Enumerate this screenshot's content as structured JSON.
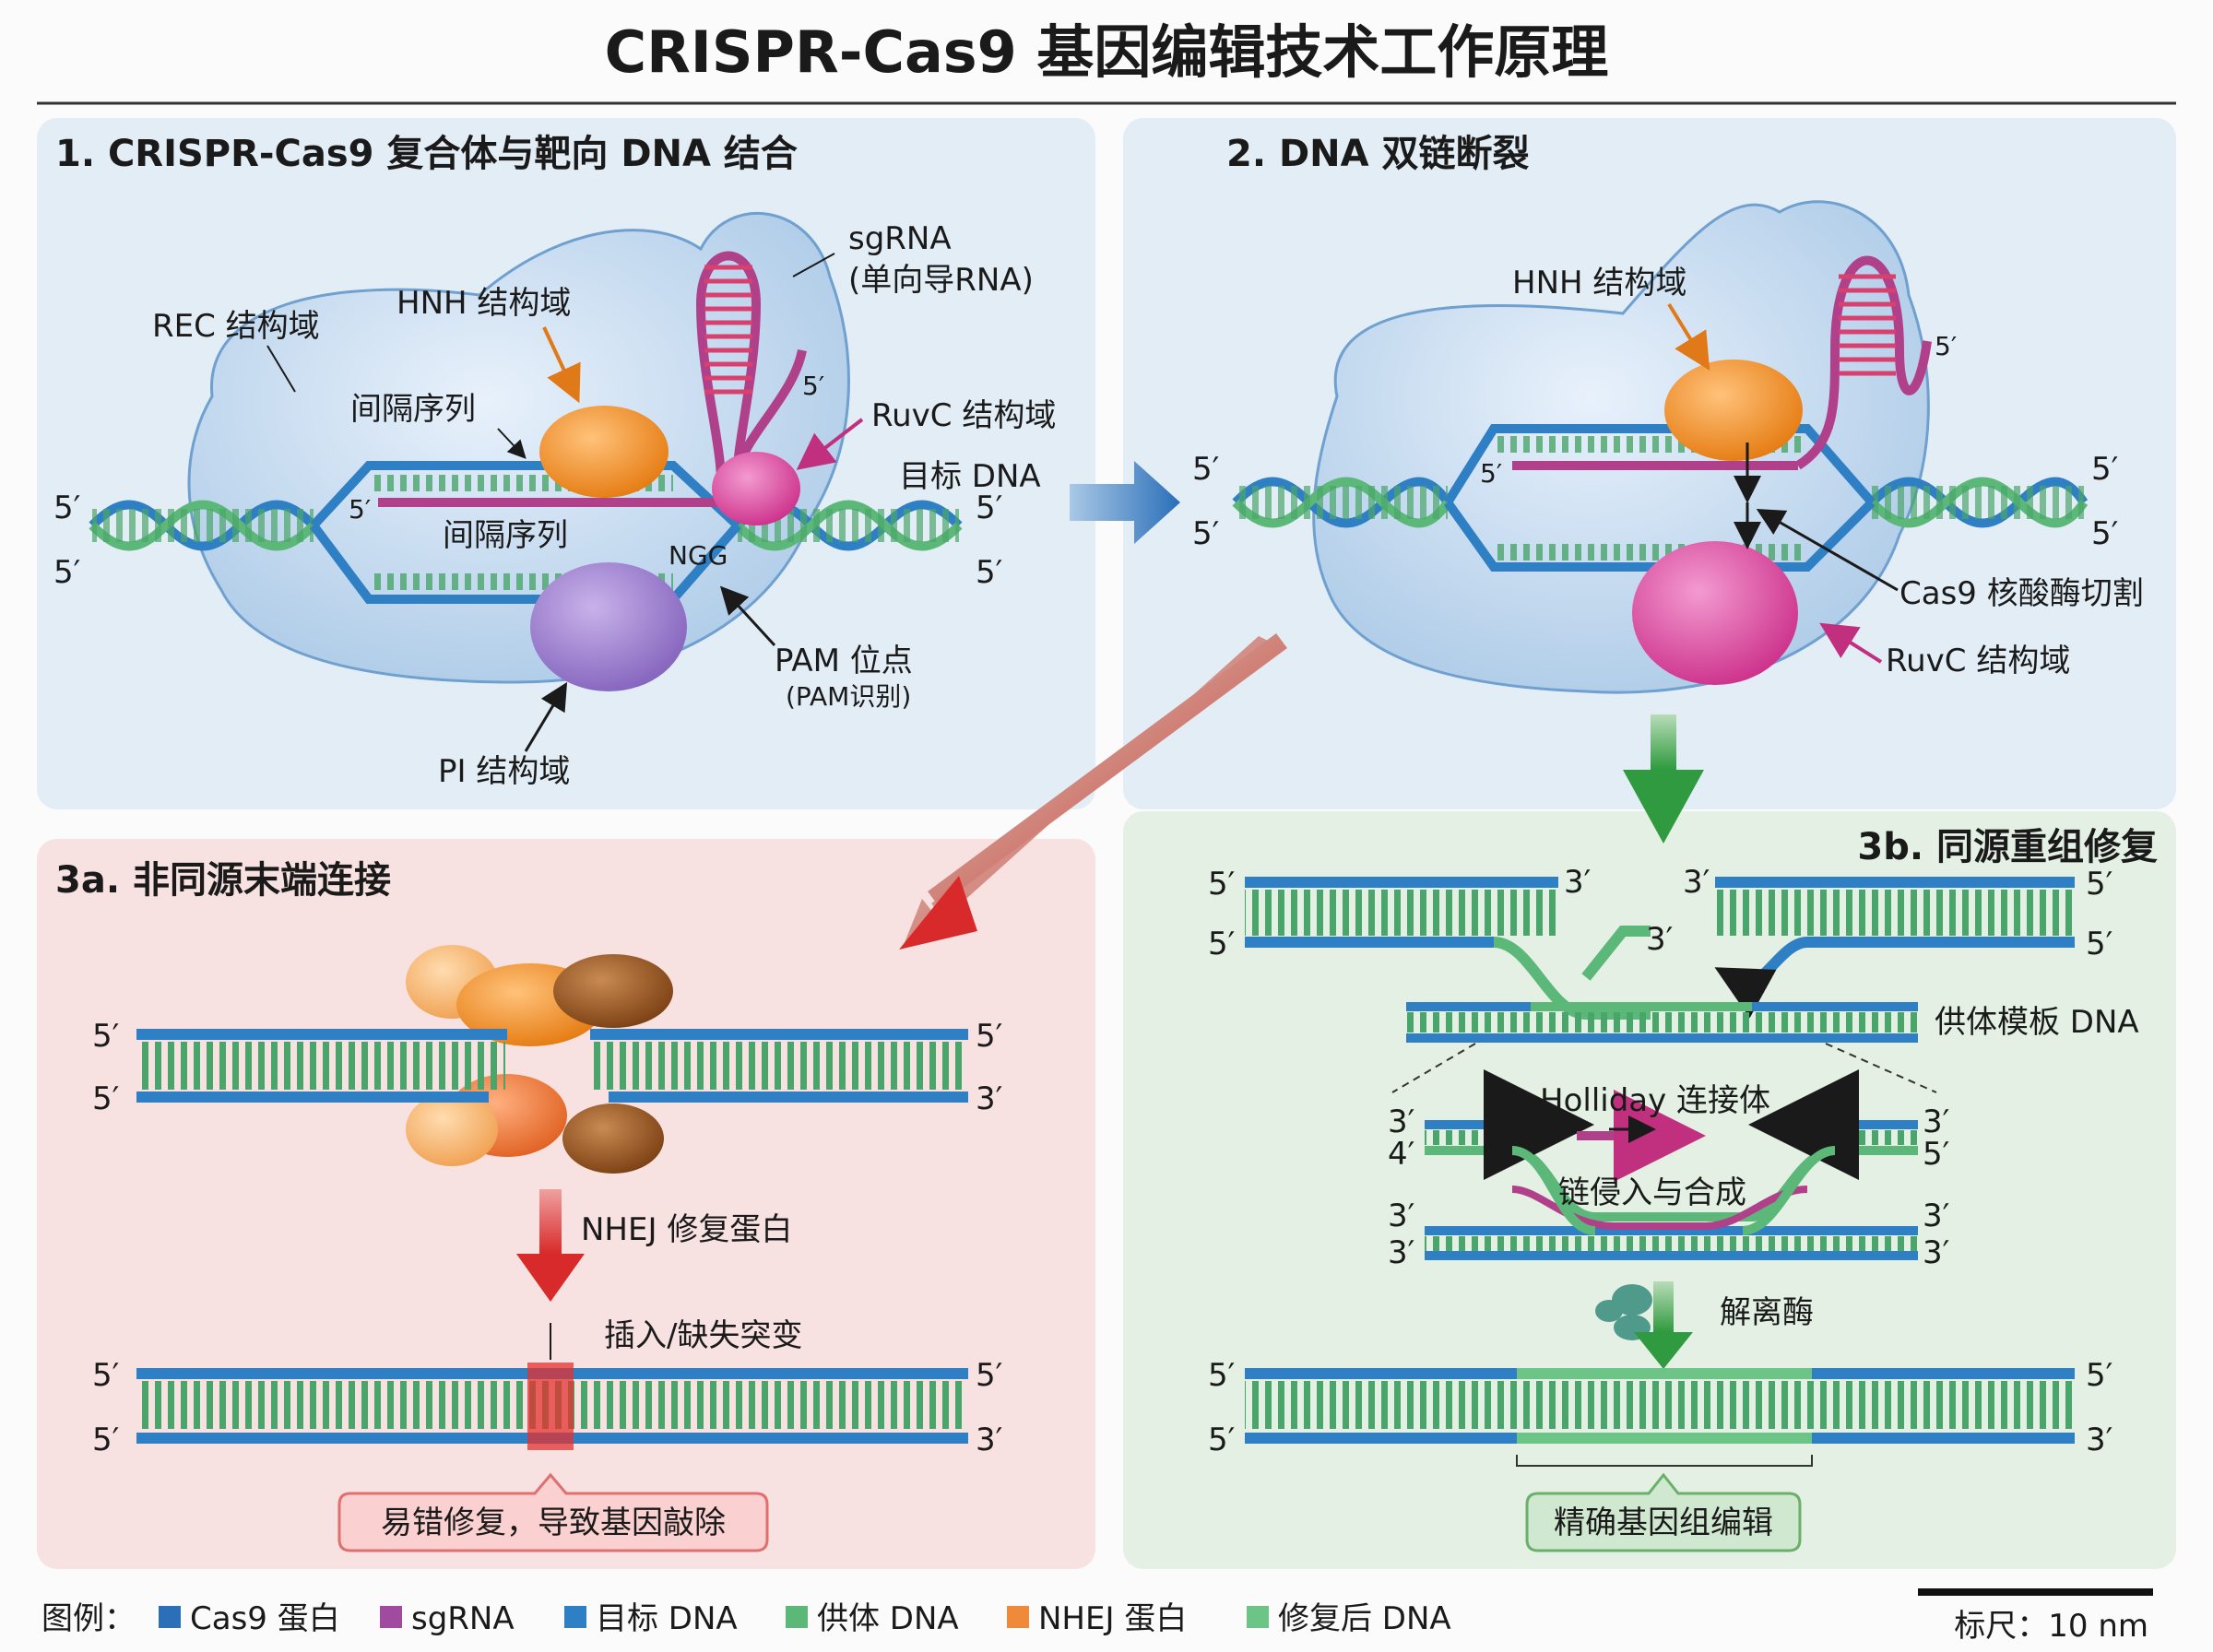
{
  "title": "CRISPR-Cas9 基因编辑技术工作原理",
  "panel1": {
    "title": "1. CRISPR-Cas9 复合体与靶向 DNA 结合",
    "sgrna": "sgRNA",
    "sgrna_sub": "(单向导RNA)",
    "hnh": "HNH 结构域",
    "rec": "REC 结构域",
    "spacer_top": "间隔序列",
    "spacer_bottom": "间隔序列",
    "ruvc": "RuvC 结构域",
    "target": "目标 DNA",
    "ngg": "NGG",
    "pam": "PAM 位点",
    "pam_sub": "(PAM识别)",
    "pi": "PI 结构域",
    "five_prime": "5′"
  },
  "panel2": {
    "title": "2. DNA 双链断裂",
    "hnh": "HNH 结构域",
    "cut": "Cas9 核酸酶切割",
    "ruvc": "RuvC 结构域",
    "five_prime": "5′"
  },
  "panel3a": {
    "title": "3a. 非同源末端连接",
    "nhej": "NHEJ 修复蛋白",
    "indel": "插入/缺失突变",
    "result": "易错修复，导致基因敲除",
    "five_prime": "5′",
    "three_prime": "3′"
  },
  "panel3b": {
    "title": "3b. 同源重组修复",
    "donor": "供体模板 DNA",
    "holliday": "Holliday 连接体",
    "invasion": "链侵入与合成",
    "resolvase": "解离酶",
    "result": "精确基因组编辑",
    "five_prime": "5′",
    "three_prime": "3′",
    "four_prime": "4′"
  },
  "legend": {
    "label": "图例：",
    "items": [
      {
        "text": "Cas9 蛋白",
        "color": "#2a6fb8"
      },
      {
        "text": "sgRNA",
        "color": "#a04aa0"
      },
      {
        "text": "目标 DNA",
        "color": "#2f7fc4"
      },
      {
        "text": "供体 DNA",
        "color": "#5bb878"
      },
      {
        "text": "NHEJ 蛋白",
        "color": "#ee8a3a"
      },
      {
        "text": "修复后 DNA",
        "color": "#6cc486"
      }
    ]
  },
  "scale": "标尺：10 nm",
  "colors": {
    "dna_blue": "#2f7fc4",
    "dna_green": "#5bb878",
    "sgrna": "#b0408a",
    "hnh": "#f08a24",
    "ruvc": "#d9409a",
    "pi": "#9a7cc8",
    "panel1_bg": "#e3edf6",
    "panel3a_bg": "#f8e1e1",
    "panel3b_bg": "#e3f0e3"
  }
}
